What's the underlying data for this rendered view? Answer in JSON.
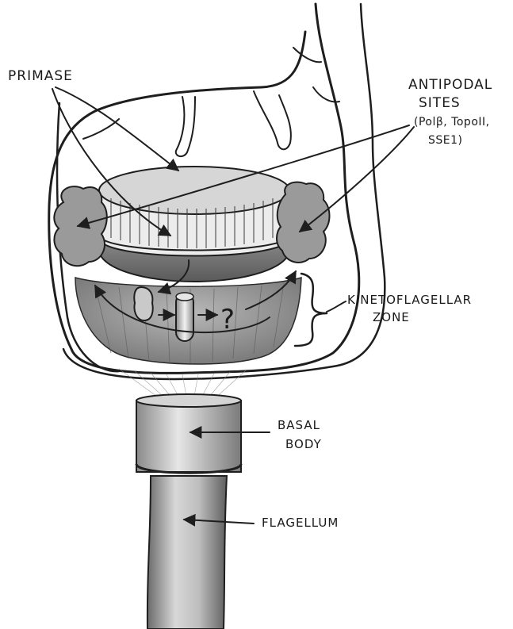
{
  "labels": {
    "primase": "PRIMASE",
    "antipodal_line1": "ANTIPODAL",
    "antipodal_line2": "SITES",
    "antipodal_line3": "(Polβ, TopoII,",
    "antipodal_line4": "SSE1)",
    "kinetoflagellar_line1": "KINETOFLAGELLAR",
    "kinetoflagellar_line2": "ZONE",
    "basal_line1": "BASAL",
    "basal_line2": "BODY",
    "flagellum": "FLAGELLUM",
    "question_mark": "?"
  }
}
